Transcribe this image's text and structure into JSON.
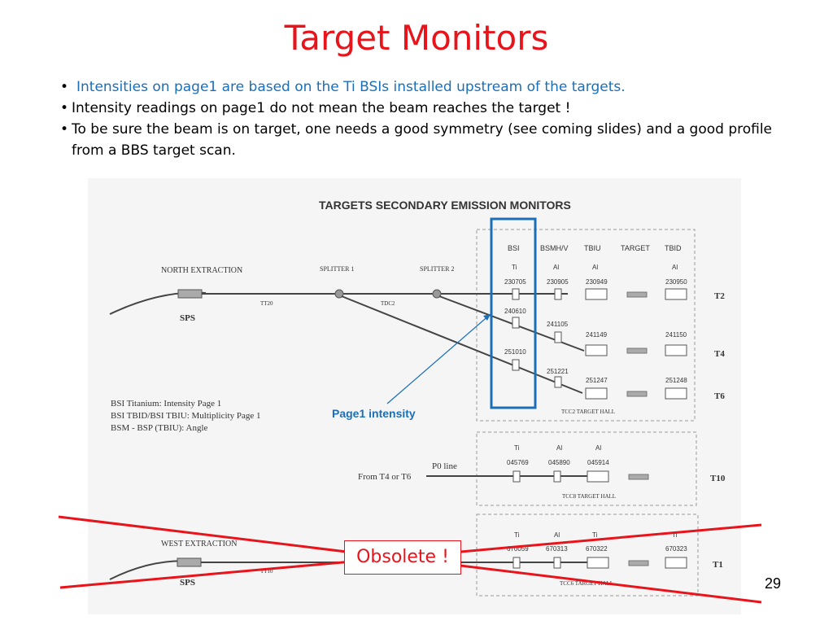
{
  "slide": {
    "title": "Target Monitors",
    "bullets": [
      "Intensities on page1 are based on the Ti BSIs installed upstream of the targets.",
      "Intensity readings on page1 do not mean the beam reaches the target !",
      "To be sure the beam is on target, one needs a good symmetry (see coming slides) and a good profile from a BBS target scan."
    ],
    "page_number": "29",
    "obsolete_label": "Obsolete !",
    "annotation": "Page1 intensity",
    "colors": {
      "title": "#e8141b",
      "blue": "#1a6fb8",
      "cross": "#e8141b"
    }
  },
  "diagram": {
    "heading": "TARGETS SECONDARY EMISSION MONITORS",
    "north_extraction": "NORTH EXTRACTION",
    "splitter1": "SPLITTER 1",
    "splitter2": "SPLITTER 2",
    "tt20": "TT20",
    "tdc2": "TDC2",
    "sps_top": "SPS",
    "columns": {
      "bsi": "BSI",
      "bsmh": "BSMH/V",
      "tbiu": "TBIU",
      "target": "TARGET",
      "tbid": "TBID"
    },
    "materials": {
      "ti": "Ti",
      "al1": "Al",
      "al2": "Al",
      "al3": "Al"
    },
    "t2": {
      "bsi": "230705",
      "bsmh": "230905",
      "tbiu": "230949",
      "tbid": "230950",
      "label": "T2"
    },
    "t4": {
      "bsi": "240610",
      "bsmh": "241105",
      "tbiu": "241149",
      "tbid": "241150",
      "label": "T4"
    },
    "t6": {
      "bsi": "251010",
      "bsmh": "251221",
      "tbiu": "251247",
      "tbid": "251248",
      "label": "T6"
    },
    "tcc2": "TCC2  TARGET HALL",
    "legend": [
      "BSI Titanium: Intensity Page 1",
      "BSI TBID/BSI TBIU: Multiplicity Page 1",
      "BSM - BSP (TBIU): Angle"
    ],
    "t10": {
      "mat1": "Ti",
      "mat2": "Al",
      "mat3": "Al",
      "v1": "045769",
      "v2": "045890",
      "v3": "045914",
      "p0": "P0 line",
      "from": "From T4 or T6",
      "hall": "TCC8  TARGET HALL",
      "label": "T10"
    },
    "t1": {
      "west": "WEST EXTRACTION",
      "sps": "SPS",
      "mat1": "Ti",
      "mat2": "Al",
      "mat3": "Ti",
      "mat4": "Ti",
      "v1": "670059",
      "v2": "670313",
      "v3": "670322",
      "v4": "670323",
      "tt": "TT10",
      "hall": "TCC6  TARGET HALL",
      "label": "T1"
    }
  }
}
